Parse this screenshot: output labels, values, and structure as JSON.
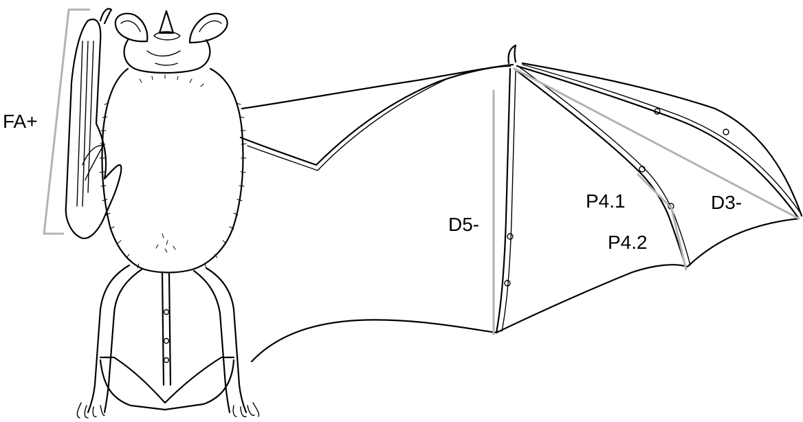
{
  "labels": {
    "forearm": "FA+",
    "digit5": "D5-",
    "digit3": "D3-",
    "phalanx41": "P4.1",
    "phalanx42": "P4.2"
  },
  "colors": {
    "ink": "#000000",
    "measurement_line": "#b3b3b3",
    "background": "#ffffff"
  }
}
